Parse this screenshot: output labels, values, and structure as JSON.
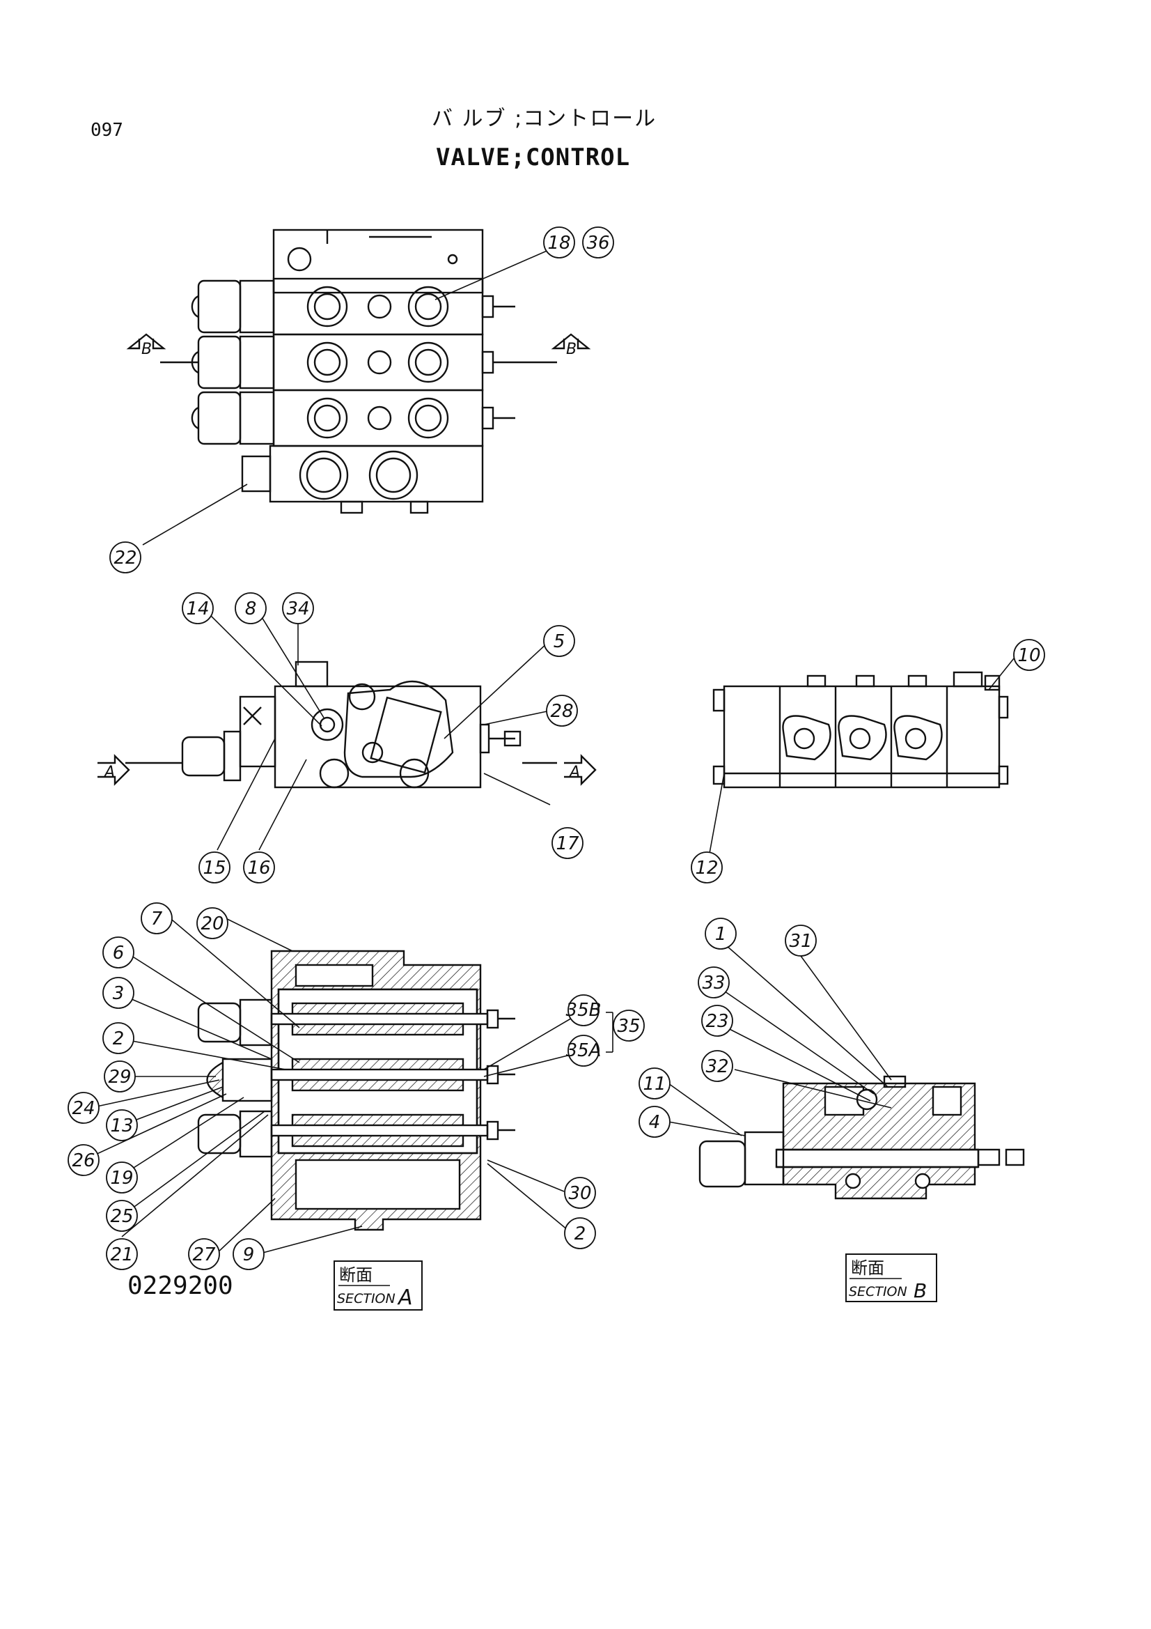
{
  "header": {
    "page_number": "097",
    "title_jp": "バ ルブ ;コントロール",
    "title_en": "VALVE;CONTROL"
  },
  "footer": {
    "drawing_number": "0229200"
  },
  "section_markers": {
    "a": "A",
    "b": "B"
  },
  "section_labels": {
    "a": {
      "kanji": "断面",
      "word": "SECTION",
      "letter": "A"
    },
    "b": {
      "kanji": "断面",
      "word": "SECTION",
      "letter": "B"
    }
  },
  "callouts": [
    "18",
    "36",
    "22",
    "14",
    "8",
    "34",
    "5",
    "28",
    "17",
    "15",
    "16",
    "10",
    "12",
    "7",
    "20",
    "6",
    "3",
    "2",
    "29",
    "24",
    "13",
    "26",
    "19",
    "25",
    "21",
    "27",
    "9",
    "35B",
    "35A",
    "35",
    "30",
    "2",
    "1",
    "31",
    "33",
    "23",
    "32",
    "11",
    "4"
  ]
}
